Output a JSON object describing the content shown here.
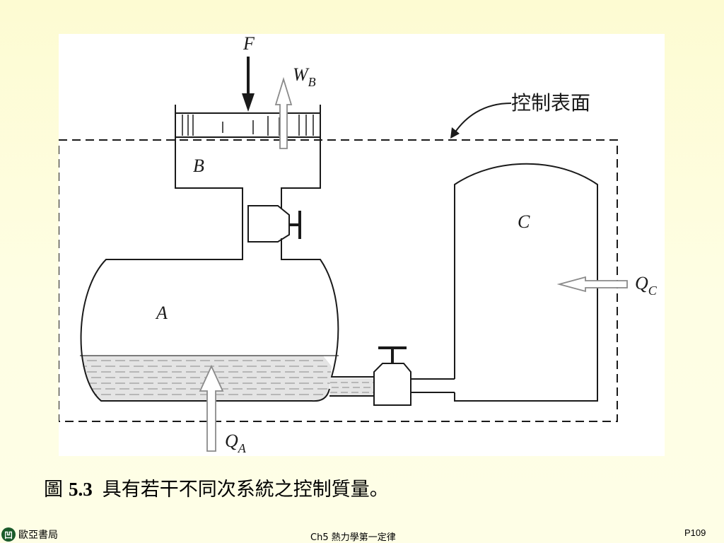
{
  "diagram": {
    "label_F": "F",
    "label_WB": {
      "main": "W",
      "sub": "B"
    },
    "label_control_surface": "控制表面",
    "label_B": "B",
    "label_C": "C",
    "label_A": "A",
    "label_QC": {
      "main": "Q",
      "sub": "C"
    },
    "label_QA": {
      "main": "Q",
      "sub": "A"
    }
  },
  "caption": {
    "prefix": "圖",
    "number": "5.3",
    "text": "具有若干不同次系統之控制質量。"
  },
  "footer": {
    "publisher_logo": "凹",
    "publisher": "歐亞書局",
    "chapter": "Ch5 熱力學第一定律",
    "page": "P109"
  },
  "colors": {
    "background": "#fefee0",
    "figure_background": "#ffffff",
    "line": "#1a1a1a",
    "arrow_outline": "#8a8a8a",
    "liquid": "#d6d6d6"
  }
}
